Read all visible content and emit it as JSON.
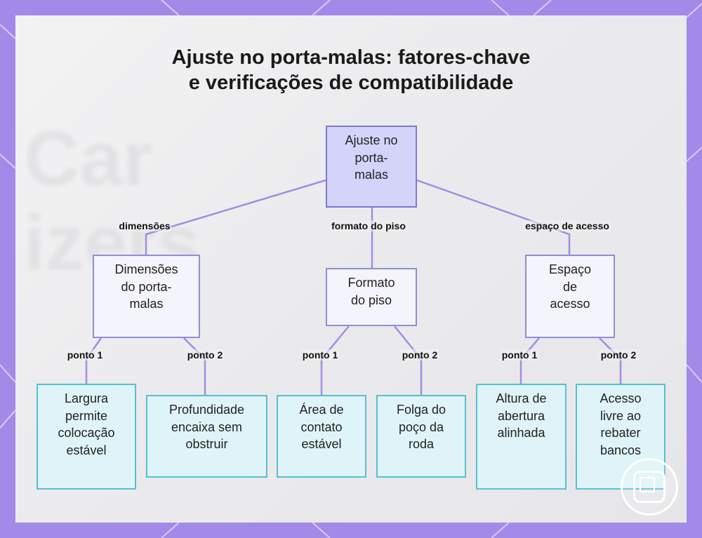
{
  "title": {
    "line1": "Ajuste no porta-malas: fatores-chave",
    "line2": "e verificações de compatibilidade"
  },
  "background_text": {
    "word1": "Car",
    "word2": "izers"
  },
  "colors": {
    "frame": "#a48ae8",
    "edge": "#a58be6",
    "root_fill": "#d4d4fb",
    "mid_fill": "#f4f4fd",
    "leaf_fill": "#dff4f8",
    "leaf_border": "#56c0d0"
  },
  "nodes": {
    "root": [
      "Ajuste no",
      "porta-",
      "malas"
    ],
    "dimensoes": [
      "Dimensões",
      "do porta-",
      "malas"
    ],
    "formato": [
      "Formato",
      "do piso"
    ],
    "espaco": [
      "Espaço",
      "de",
      "acesso"
    ],
    "largura": [
      "Largura",
      "permite",
      "colocação",
      "estável"
    ],
    "profundidade": [
      "Profundidade",
      "encaixa sem",
      "obstruir"
    ],
    "area": [
      "Área de",
      "contato",
      "estável"
    ],
    "folga": [
      "Folga do",
      "poço da",
      "roda"
    ],
    "altura": [
      "Altura de",
      "abertura",
      "alinhada"
    ],
    "acesso": [
      "Acesso",
      "livre ao",
      "rebater",
      "bancos"
    ]
  },
  "edge_labels": {
    "dimensoes": "dimensões",
    "formato": "formato do piso",
    "espaco": "espaço de acesso",
    "d_p1": "ponto 1",
    "d_p2": "ponto 2",
    "f_p1": "ponto 1",
    "f_p2": "ponto 2",
    "e_p1": "ponto 1",
    "e_p2": "ponto 2"
  },
  "badge_icon": "watermark-grid-icon"
}
